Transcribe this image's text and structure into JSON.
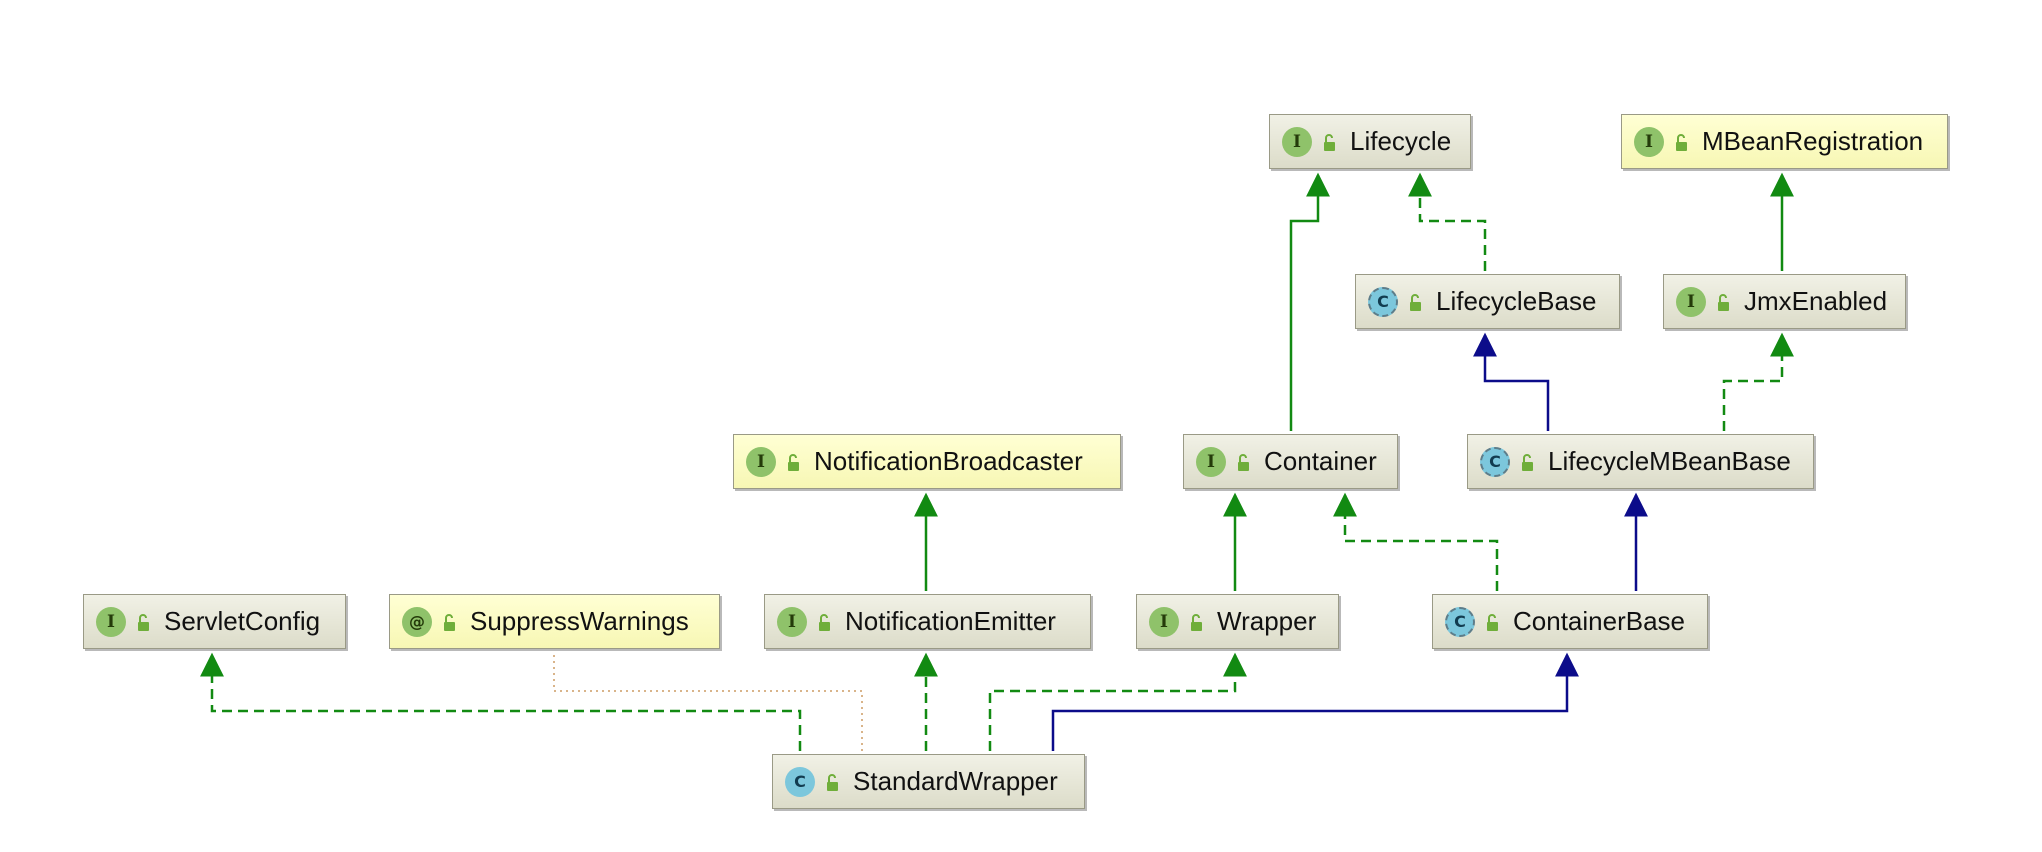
{
  "nodes": {
    "lifecycle": {
      "label": "Lifecycle",
      "kind": "interface",
      "badge": "I"
    },
    "mbean_registration": {
      "label": "MBeanRegistration",
      "kind": "interface",
      "badge": "I"
    },
    "lifecycle_base": {
      "label": "LifecycleBase",
      "kind": "abstract-class",
      "badge": "C"
    },
    "jmx_enabled": {
      "label": "JmxEnabled",
      "kind": "interface",
      "badge": "I"
    },
    "notification_broadcaster": {
      "label": "NotificationBroadcaster",
      "kind": "interface",
      "badge": "I"
    },
    "container": {
      "label": "Container",
      "kind": "interface",
      "badge": "I"
    },
    "lifecycle_mbean_base": {
      "label": "LifecycleMBeanBase",
      "kind": "abstract-class",
      "badge": "C"
    },
    "servlet_config": {
      "label": "ServletConfig",
      "kind": "interface",
      "badge": "I"
    },
    "suppress_warnings": {
      "label": "SuppressWarnings",
      "kind": "annotation",
      "badge": "@"
    },
    "notification_emitter": {
      "label": "NotificationEmitter",
      "kind": "interface",
      "badge": "I"
    },
    "wrapper": {
      "label": "Wrapper",
      "kind": "interface",
      "badge": "I"
    },
    "container_base": {
      "label": "ContainerBase",
      "kind": "abstract-class",
      "badge": "C"
    },
    "standard_wrapper": {
      "label": "StandardWrapper",
      "kind": "class",
      "badge": "C"
    }
  },
  "edges": [
    {
      "from": "container",
      "to": "lifecycle",
      "type": "extends-interface"
    },
    {
      "from": "lifecycle_base",
      "to": "lifecycle",
      "type": "implements"
    },
    {
      "from": "jmx_enabled",
      "to": "mbean_registration",
      "type": "extends-interface"
    },
    {
      "from": "lifecycle_mbean_base",
      "to": "lifecycle_base",
      "type": "extends-class"
    },
    {
      "from": "lifecycle_mbean_base",
      "to": "jmx_enabled",
      "type": "implements"
    },
    {
      "from": "notification_emitter",
      "to": "notification_broadcaster",
      "type": "extends-interface"
    },
    {
      "from": "wrapper",
      "to": "container",
      "type": "extends-interface"
    },
    {
      "from": "container_base",
      "to": "container",
      "type": "implements"
    },
    {
      "from": "container_base",
      "to": "lifecycle_mbean_base",
      "type": "extends-class"
    },
    {
      "from": "standard_wrapper",
      "to": "servlet_config",
      "type": "implements"
    },
    {
      "from": "standard_wrapper",
      "to": "suppress_warnings",
      "type": "annotated-by"
    },
    {
      "from": "standard_wrapper",
      "to": "notification_emitter",
      "type": "implements"
    },
    {
      "from": "standard_wrapper",
      "to": "wrapper",
      "type": "implements"
    },
    {
      "from": "standard_wrapper",
      "to": "container_base",
      "type": "extends-class"
    }
  ],
  "colors": {
    "interface_edge": "#128a12",
    "class_edge": "#0c0c8a",
    "annotation_edge": "#d9b48a",
    "interface_badge": "#8fc26a",
    "class_badge": "#7cc7dc",
    "lock_icon": "#6fae3a"
  }
}
